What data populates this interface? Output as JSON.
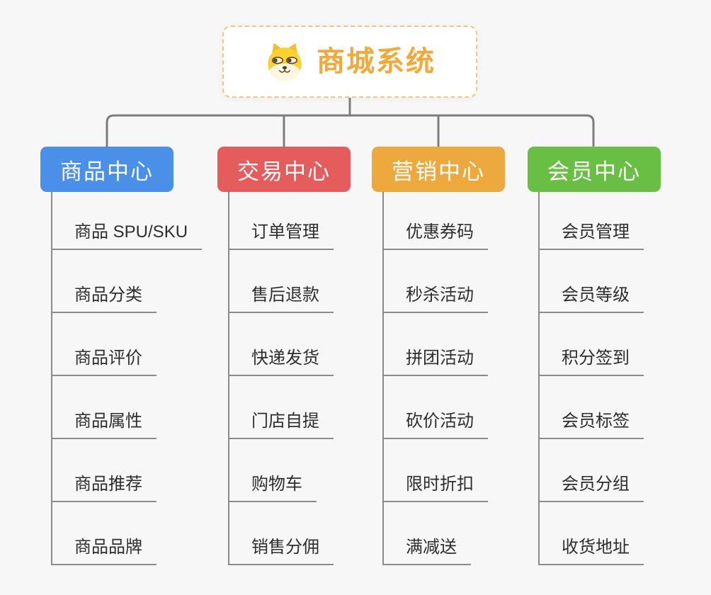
{
  "root": {
    "title": "商城系统",
    "icon": "dog-mascot-icon",
    "title_color": "#F2A93C",
    "border_color": "#F0C684"
  },
  "branches": [
    {
      "label": "商品中心",
      "color": "#4B90E8",
      "items": [
        "商品 SPU/SKU",
        "商品分类",
        "商品评价",
        "商品属性",
        "商品推荐",
        "商品品牌"
      ]
    },
    {
      "label": "交易中心",
      "color": "#E55C5C",
      "items": [
        "订单管理",
        "售后退款",
        "快递发货",
        "门店自提",
        "购物车",
        "销售分佣"
      ]
    },
    {
      "label": "营销中心",
      "color": "#EDA93E",
      "items": [
        "优惠券码",
        "秒杀活动",
        "拼团活动",
        "砍价活动",
        "限时折扣",
        "满减送"
      ]
    },
    {
      "label": "会员中心",
      "color": "#69BE44",
      "items": [
        "会员管理",
        "会员等级",
        "积分签到",
        "会员标签",
        "会员分组",
        "收货地址"
      ]
    }
  ],
  "connector_color": "#7d7d7d",
  "underline_color": "#8b8b8b",
  "background_color": "#f7f7f7",
  "item_text_color": "#2d2d2d"
}
